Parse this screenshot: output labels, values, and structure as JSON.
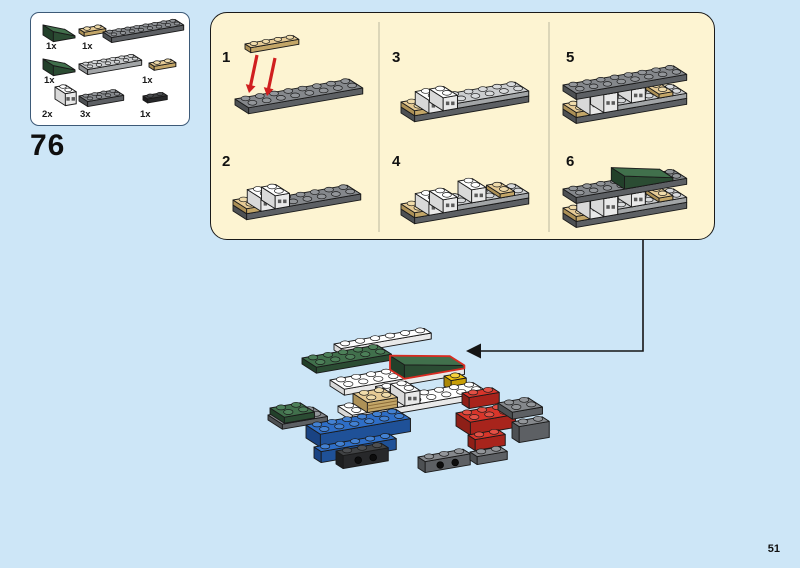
{
  "colors": {
    "page-bg": "#cde6f7",
    "panel-bg": "#fdf4d2",
    "box-bg": "#ffffff",
    "outline": "#1a1a1a",
    "highlight-red": "#d92b21"
  },
  "page": {
    "step_number": "76",
    "page_number": "51"
  },
  "parts_box": {
    "labels": [
      {
        "qty": "1x"
      },
      {
        "qty": "1x"
      },
      {
        "qty": "1x"
      },
      {
        "qty": "1x"
      },
      {
        "qty": "2x"
      },
      {
        "qty": "3x"
      },
      {
        "qty": "1x"
      }
    ]
  },
  "substeps": [
    {
      "label": "1"
    },
    {
      "label": "2"
    },
    {
      "label": "3"
    },
    {
      "label": "4"
    },
    {
      "label": "5"
    },
    {
      "label": "6"
    }
  ]
}
